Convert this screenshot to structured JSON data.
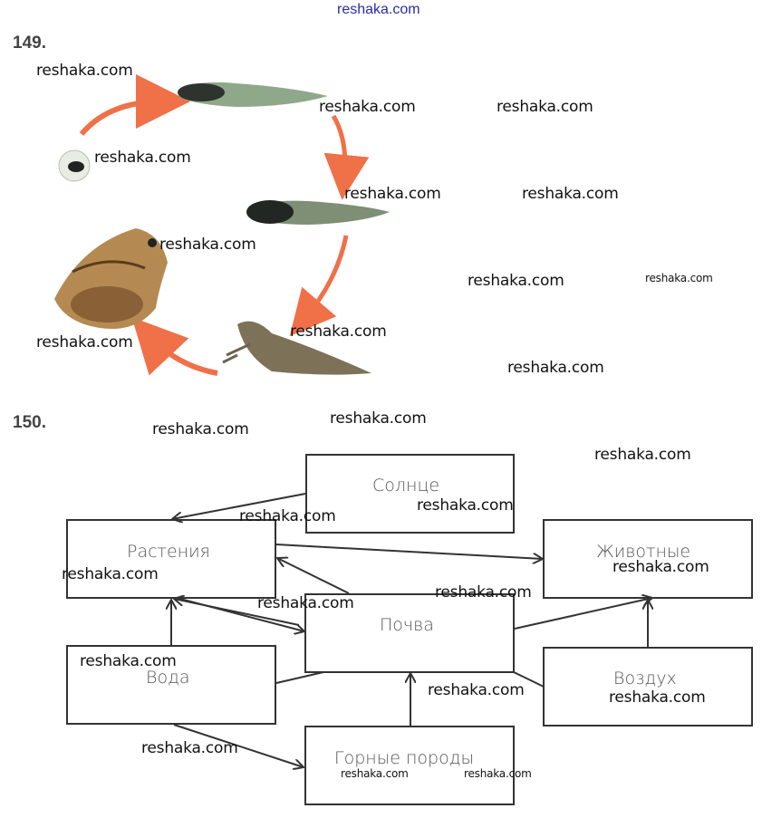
{
  "watermark_top": "reshaka.com",
  "watermark": "reshaka.com",
  "task_149": {
    "number": "149.",
    "stages": [
      "egg",
      "tadpole-early",
      "tadpole-late",
      "froglet",
      "adult-frog"
    ],
    "arrow_color": "#f07048"
  },
  "task_150": {
    "number": "150.",
    "nodes": {
      "sun": "Солнце",
      "plants": "Растения",
      "animals": "Животные",
      "soil": "Почва",
      "water": "Вода",
      "air": "Воздух",
      "rocks": "Горные породы"
    },
    "edges": [
      [
        "sun",
        "plants"
      ],
      [
        "plants",
        "animals"
      ],
      [
        "soil",
        "plants"
      ],
      [
        "plants",
        "soil"
      ],
      [
        "water",
        "plants"
      ],
      [
        "water",
        "soil"
      ],
      [
        "water",
        "rocks"
      ],
      [
        "rocks",
        "soil"
      ],
      [
        "soil",
        "animals"
      ],
      [
        "air",
        "animals"
      ],
      [
        "air",
        "soil"
      ]
    ]
  }
}
